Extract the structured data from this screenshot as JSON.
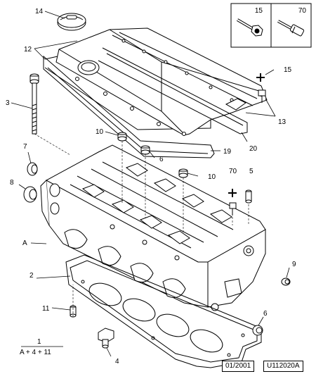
{
  "inset": {
    "left_label": "15",
    "right_label": "70"
  },
  "callouts": {
    "c14": "14",
    "c12": "12",
    "c3": "3",
    "c15": "15",
    "c13": "13",
    "c10a": "10",
    "c6a": "6",
    "c19": "19",
    "c20": "20",
    "c7": "7",
    "c10b": "10",
    "c70": "70",
    "c5": "5",
    "c8": "8",
    "cA": "A",
    "c9": "9",
    "c2": "2",
    "c11": "11",
    "c6b": "6",
    "c4": "4",
    "c1": "1"
  },
  "formula": "A + 4 + 11",
  "footer": {
    "date": "01/2001",
    "code": "U112020A"
  }
}
